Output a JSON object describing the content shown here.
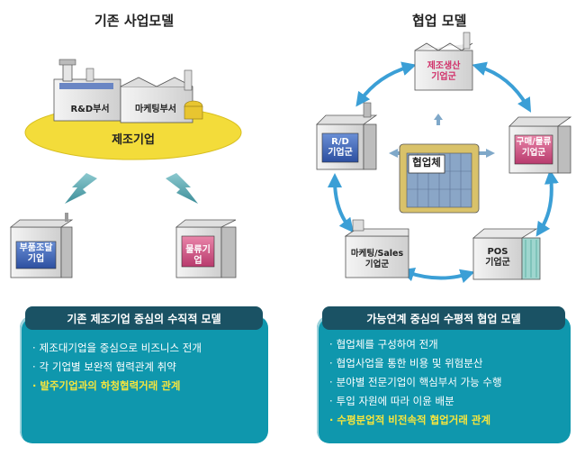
{
  "left": {
    "title": "기존 사업모델",
    "center_label": "제조기업",
    "dept_rd": "R&D부서",
    "dept_marketing": "마케팅부서",
    "sub_parts": "부품조달\n기업",
    "sub_logistics": "물류기업",
    "panel_title": "기존 제조기업 중심의 수직적 모델",
    "bullets": [
      {
        "text": "제조대기업을 중심으로 비즈니스 전개",
        "highlight": false
      },
      {
        "text": "각 기업별 보완적 협력관계 취약",
        "highlight": false
      },
      {
        "text": "발주기업과의 하청협력거래 관계",
        "highlight": true
      }
    ]
  },
  "right": {
    "title": "협업 모델",
    "hub": "협업체",
    "node_production": "제조생산\n기업군",
    "node_rd": "R/D\n기업군",
    "node_purchase": "구매/물류\n기업군",
    "node_marketing": "마케팅/Sales\n기업군",
    "node_pos": "POS\n기업군",
    "panel_title": "가능연계 중심의 수평적 협업 모델",
    "bullets": [
      {
        "text": "협업체를 구성하여 전개",
        "highlight": false
      },
      {
        "text": "협업사업을 통한 비용 및 위험분산",
        "highlight": false
      },
      {
        "text": "분야별 전문기업이 핵심부서 가능 수행",
        "highlight": false
      },
      {
        "text": "투입 자원에 따라 이윤 배분",
        "highlight": false
      },
      {
        "text": "수평분업적 비전속적 협업거래 관계",
        "highlight": true
      }
    ]
  },
  "colors": {
    "panel": "#0f97ad",
    "panel_head": "#1a5264",
    "highlight": "#f6e53d",
    "ellipse": "#f3dc3a",
    "arrow": "#3b9fd6"
  }
}
